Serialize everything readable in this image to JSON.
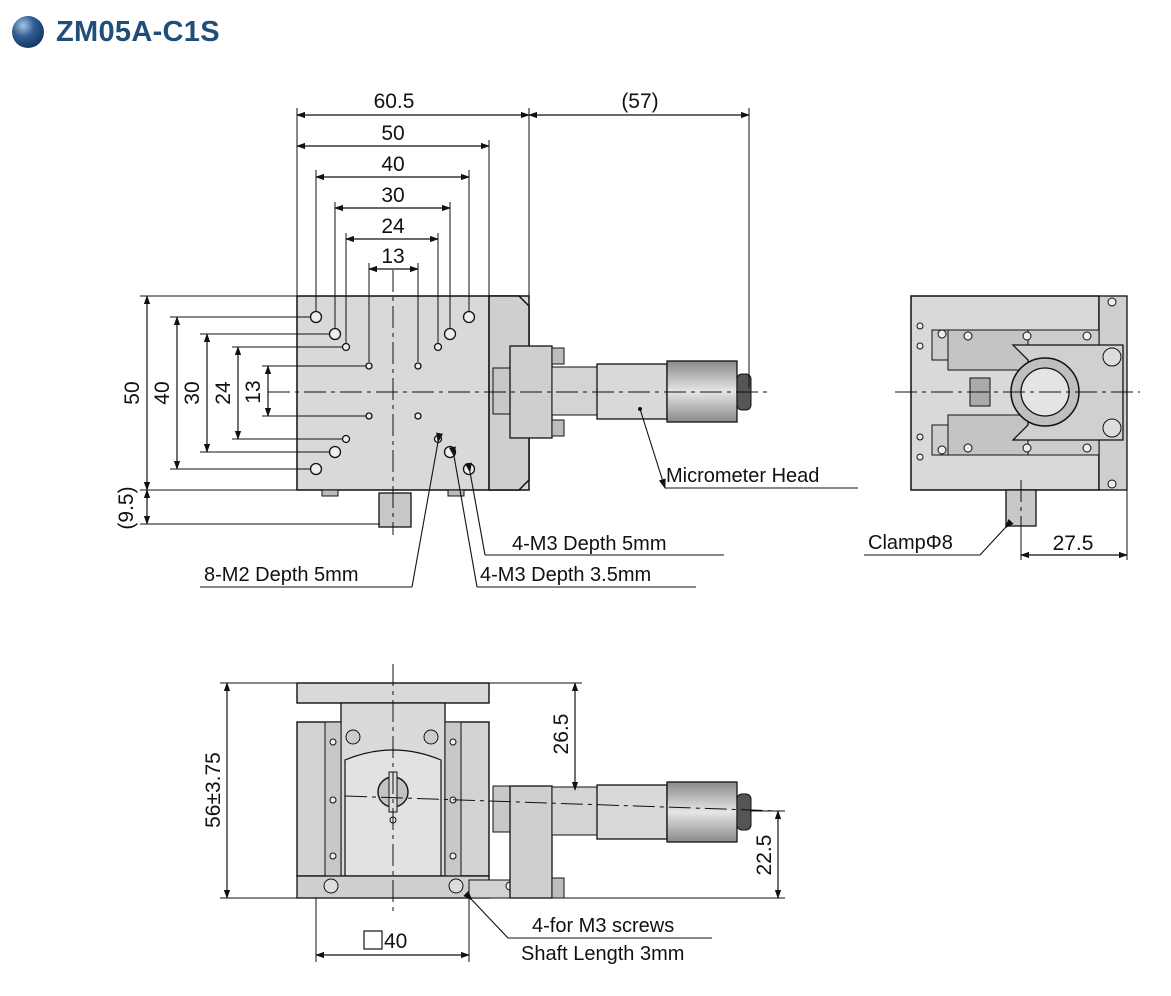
{
  "title": "ZM05A-C1S",
  "colors": {
    "title": "#1f4e79",
    "bullet": "#2f5f93",
    "body": "#d9d9d9",
    "line": "#111111"
  },
  "top_view": {
    "horizontal_dims": [
      "60.5",
      "(57)",
      "50",
      "40",
      "30",
      "24",
      "13"
    ],
    "vertical_dims": [
      "50",
      "40",
      "30",
      "24",
      "13",
      "(9.5)"
    ],
    "labels": {
      "micrometer": "Micrometer Head",
      "m3_5": "4-M3 Depth 5mm",
      "m3_35": "4-M3 Depth 3.5mm",
      "m2_5": "8-M2 Depth 5mm"
    }
  },
  "side_view": {
    "clamp": "ClampΦ8",
    "dim_27_5": "27.5"
  },
  "front_view": {
    "height": "56±3.75",
    "dim_26_5": "26.5",
    "dim_22_5": "22.5",
    "width": "40",
    "screws": "4-for M3 screws",
    "shaft": "Shaft Length 3mm"
  }
}
